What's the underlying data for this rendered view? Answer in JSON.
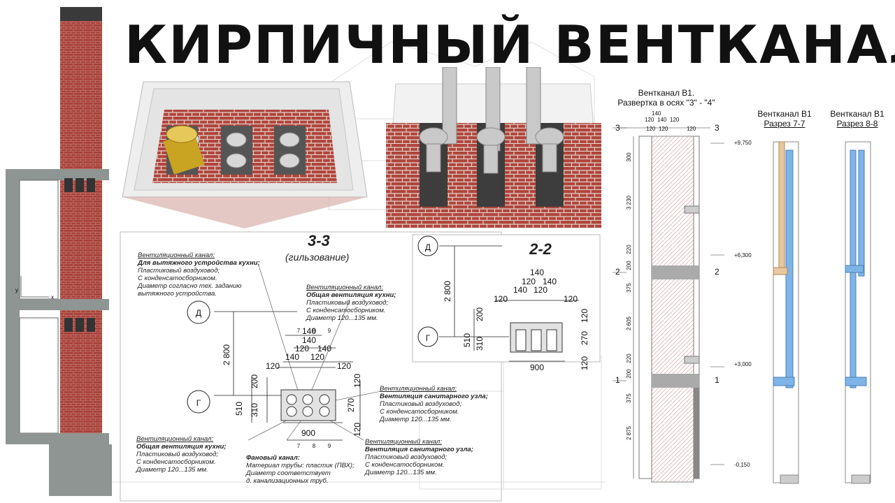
{
  "title": "КИРПИЧНЫЙ ВЕНТКАНАЛ",
  "section_3_3": {
    "title": "3-3",
    "subtitle": "(гильзование)",
    "axis_d": "Д",
    "axis_g": "Г",
    "dim_2800": "2 800",
    "dim_510": "510",
    "dim_310": "310",
    "dim_200": "200",
    "dim_270": "270",
    "dim_120": "120",
    "dim_140": "140",
    "dim_900": "900",
    "mark_7": "7",
    "mark_8": "8",
    "mark_9": "9"
  },
  "notes": {
    "kitchen_exhaust": {
      "head": "Вентиляционный канал:",
      "bold": "Для вытяжного устройства кухни;",
      "lines": [
        "Пластиковый воздуховод;",
        "С конденсатосборником.",
        "Диаметр согласно тех. заданию",
        "вытяжного устройства."
      ]
    },
    "kitchen_general_top": {
      "head": "Вентиляционный канал:",
      "bold": "Общая вентиляция кухни;",
      "lines": [
        "Пластиковый воздуховод;",
        "С конденсатосборником.",
        "Диаметр 120...135 мм."
      ]
    },
    "sanitary_right": {
      "head": "Вентиляционный канал:",
      "bold": "Вентиляция санитарного узла;",
      "lines": [
        "Пластиковый воздуховод;",
        "С конденсатосборником.",
        "Диаметр 120...135 мм."
      ]
    },
    "kitchen_general_bottom": {
      "head": "Вентиляционный канал:",
      "bold": "Общая вентиляция кухни;",
      "lines": [
        "Пластиковый воздуховод;",
        "С конденсатосборником.",
        "Диаметр 120...135 мм."
      ]
    },
    "fan_channel": {
      "bold": "Фановый канал:",
      "lines": [
        "Материал трубы: пластик (ПВХ);",
        "Диаметр соответствует",
        "д. канализационных труб."
      ]
    },
    "sanitary_bottom": {
      "head": "Вентиляционный канал:",
      "bold": "Вентиляция санитарного узла;",
      "lines": [
        "Пластиковый воздуховод;",
        "С конденсатосборником.",
        "Диаметр 120...135 мм."
      ]
    }
  },
  "section_2_2": {
    "title": "2-2",
    "axis_d": "Д",
    "axis_g": "Г",
    "dim_2800": "2 800",
    "dim_140": "140",
    "dim_120": "120",
    "dim_200": "200",
    "dim_510": "510",
    "dim_310": "310",
    "dim_270": "270",
    "dim_900": "900"
  },
  "elevation": {
    "title_line1": "Вентканал В1.",
    "title_line2": "Развертка в осях \"3\" - \"4\"",
    "top_140": "140",
    "top_120a": "120",
    "top_140b": "140",
    "top_120b": "120",
    "top_120c": "120",
    "top_120d": "120",
    "top_120e": "120",
    "mark_3": "3",
    "mark_2": "2",
    "mark_1": "1",
    "lvl_9750": "+9,750",
    "lvl_6300": "+6,300",
    "lvl_3000": "+3,000",
    "lvl_m0150": "-0,150",
    "d_300": "300",
    "d_3230": "3 230",
    "d_220a": "220",
    "d_200a": "200",
    "d_375a": "375",
    "d_2605": "2 605",
    "d_220b": "220",
    "d_200b": "200",
    "d_375b": "375",
    "d_2875": "2 875"
  },
  "section_7_7": {
    "title": "Вентканал В1",
    "subtitle": "Разрез 7-7"
  },
  "section_8_8": {
    "title": "Вентканал В1",
    "subtitle": "Разрез 8-8"
  },
  "axis_x": "x",
  "axis_y": "y",
  "colors": {
    "brick": "#a8413a",
    "mortar": "#d7c9c0",
    "concrete": "#8f9592",
    "pipe": "#c9c9c9",
    "blue_duct": "#7fb4e8",
    "tan_duct": "#e7c79d"
  }
}
